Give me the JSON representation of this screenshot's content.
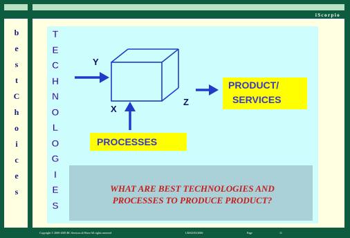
{
  "header": {
    "brand": "iScorpio"
  },
  "sidebar": {
    "letters": [
      "b",
      "e",
      "s",
      "t",
      "C",
      "h",
      "o",
      "i",
      "c",
      "e",
      "s"
    ]
  },
  "slide": {
    "vertical_label": [
      "T",
      "E",
      "C",
      "H",
      "N",
      "O",
      "L",
      "O",
      "G",
      "I",
      "E",
      "S"
    ],
    "labels": {
      "y": "Y",
      "x": "X",
      "z": "Z",
      "product": "PRODUCT/",
      "services": "SERVICES",
      "processes": "PROCESSES"
    },
    "question_line1": "WHAT ARE BEST TECHNOLOGIES AND",
    "question_line2": "PROCESSES TO PRODUCE PRODUCT?"
  },
  "footer": {
    "copyright": "Copyright © 2000-2005 BC Services di Wave   All rights reserved",
    "lm": "LM:02/03/2006",
    "page_label": "Page",
    "page_number": "11"
  },
  "colors": {
    "dark_green": "#0d5c3f",
    "light_green": "#b9e2c5",
    "cream": "#ffffe2",
    "cyan": "#cdfdfd",
    "navy": "#1e2090",
    "yellow": "#ffff00",
    "question_red": "#c61d1d"
  }
}
